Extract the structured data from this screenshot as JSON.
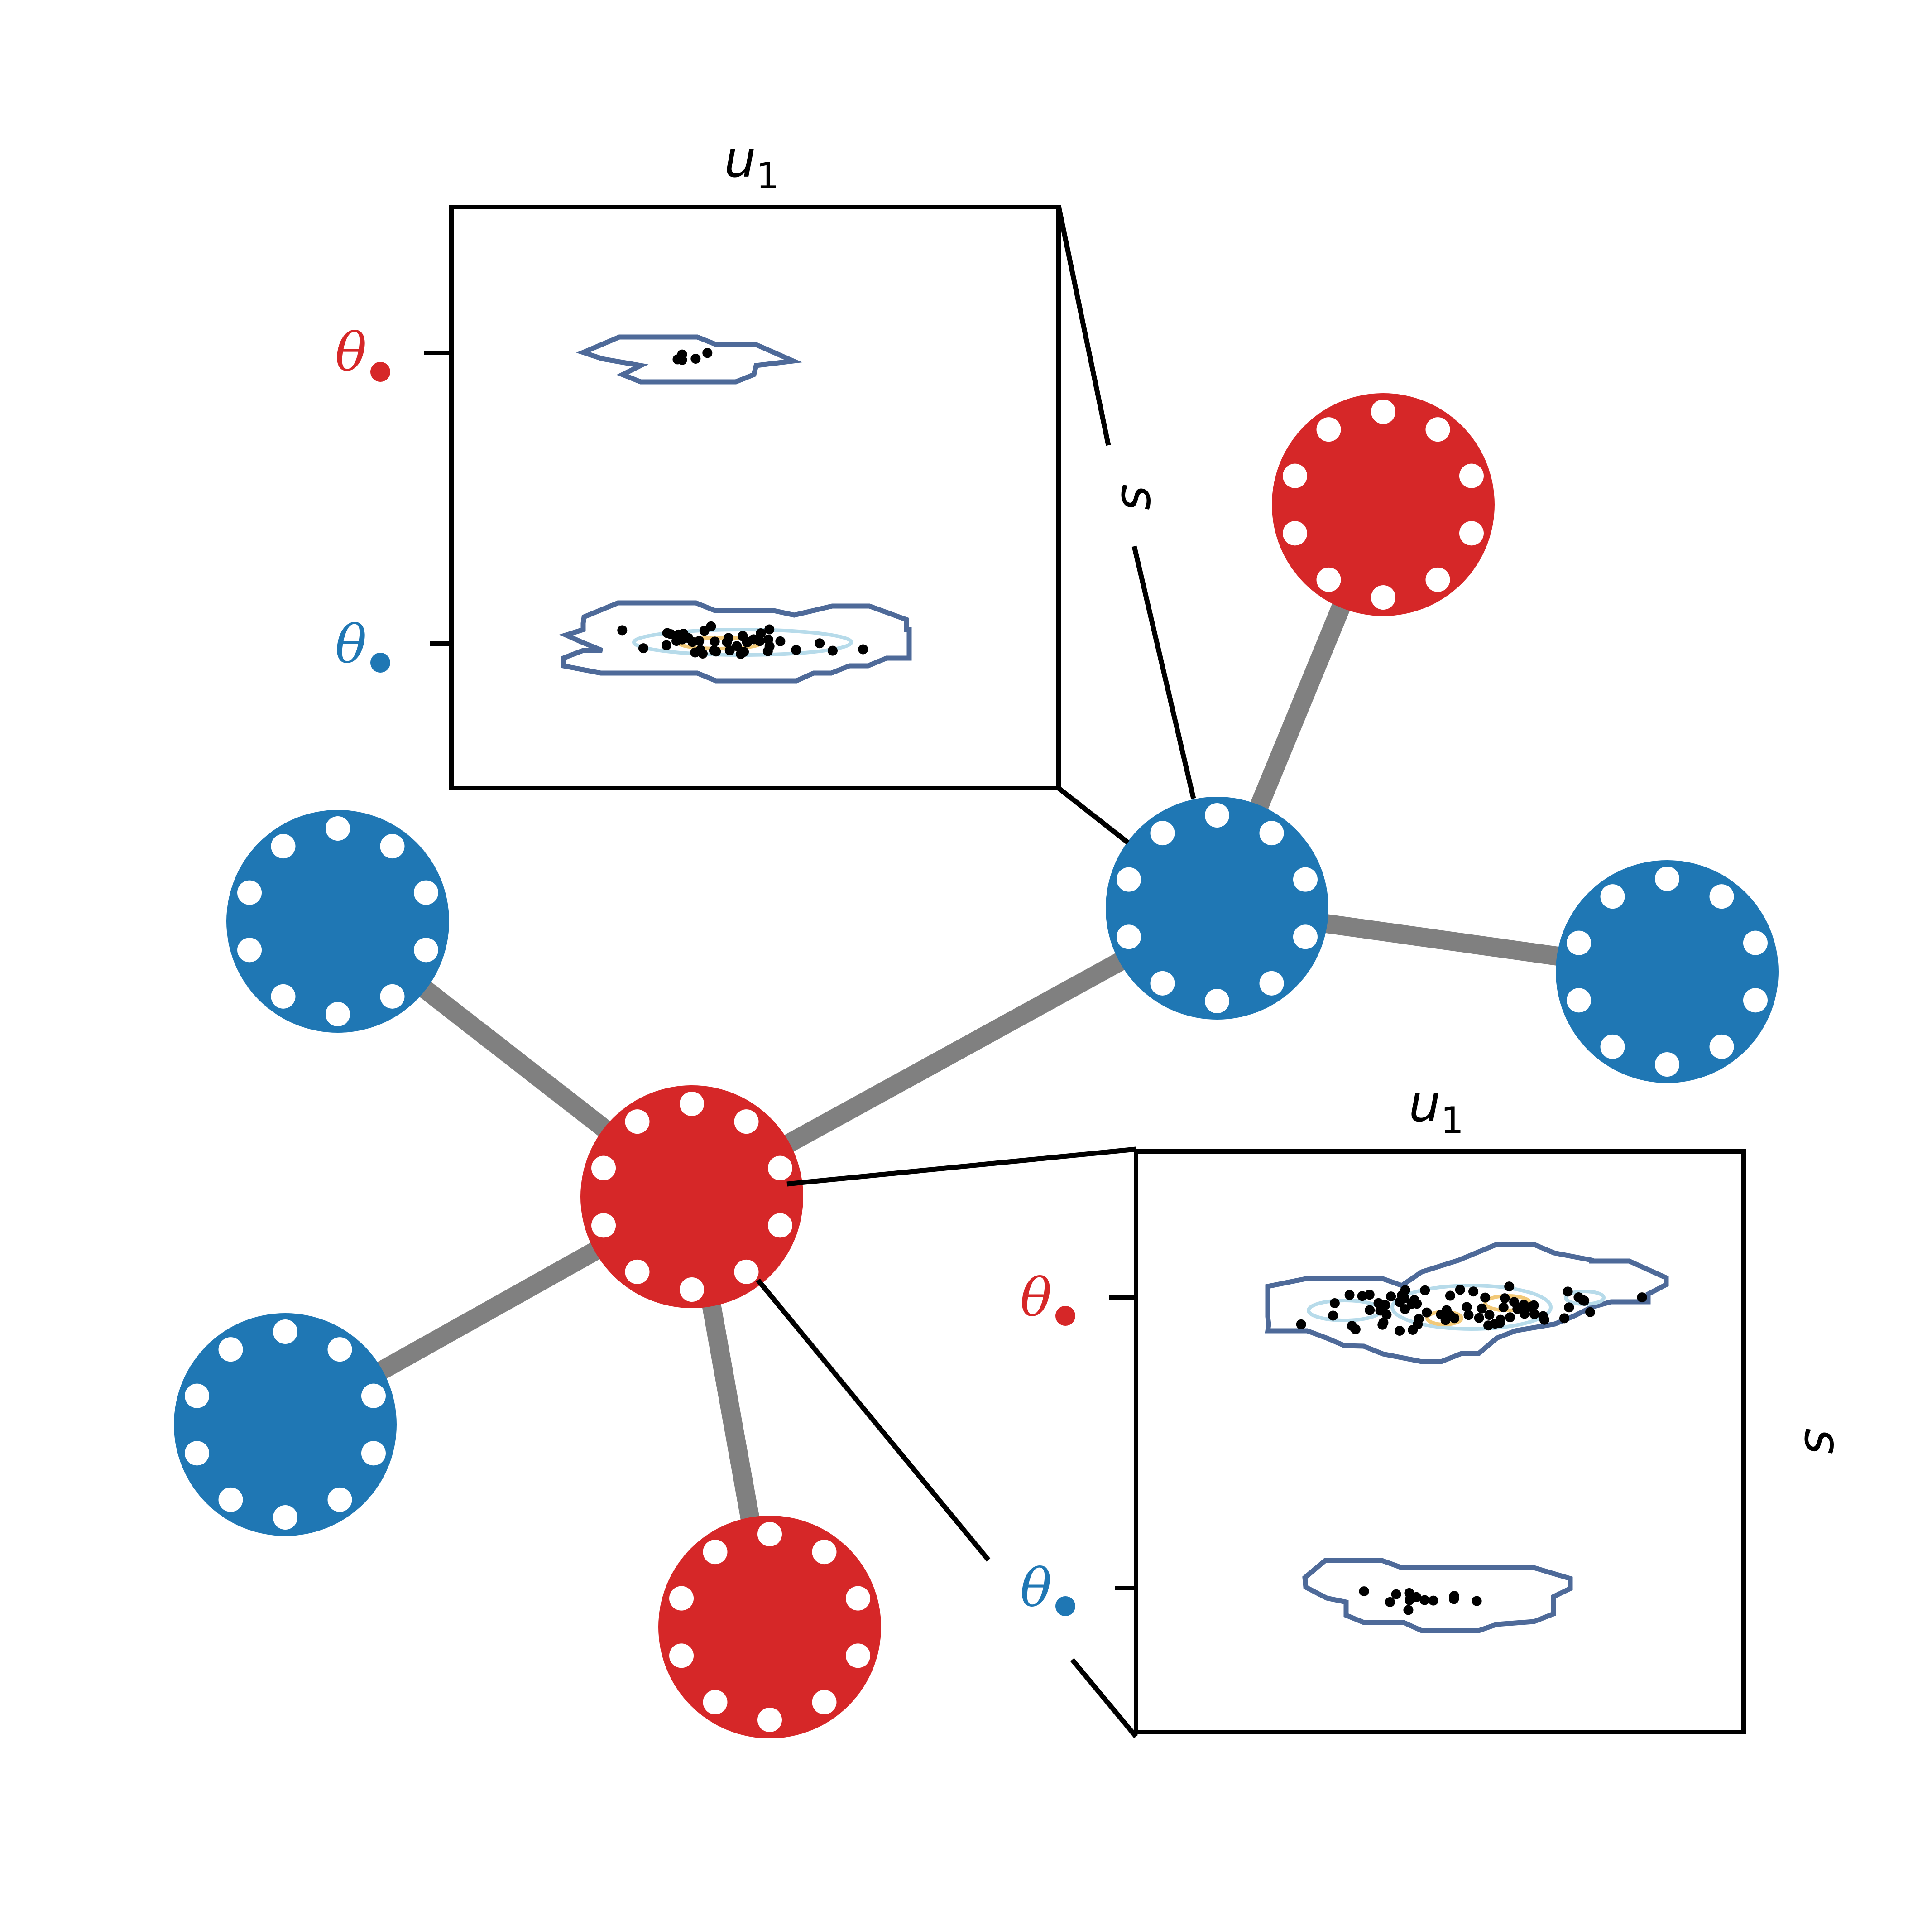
{
  "colors": {
    "red": "#d62728",
    "blue": "#1f77b4",
    "edge": "#808080",
    "contour": "#4e6a99",
    "contour_inner": "#b7dbea",
    "contour_core": "#f2c978",
    "point": "#000000",
    "dot": "#ffffff",
    "frame": "#000000"
  },
  "nodes": [
    {
      "id": "n-red-center",
      "color": "red"
    },
    {
      "id": "n-blue-hub",
      "color": "blue"
    },
    {
      "id": "n-red-top",
      "color": "red"
    },
    {
      "id": "n-blue-right",
      "color": "blue"
    },
    {
      "id": "n-blue-upper-left",
      "color": "blue"
    },
    {
      "id": "n-blue-lower-left",
      "color": "blue"
    },
    {
      "id": "n-red-bottom",
      "color": "red"
    }
  ],
  "edges": [
    [
      "n-red-center",
      "n-blue-hub"
    ],
    [
      "n-blue-hub",
      "n-red-top"
    ],
    [
      "n-blue-hub",
      "n-blue-right"
    ],
    [
      "n-red-center",
      "n-blue-upper-left"
    ],
    [
      "n-red-center",
      "n-blue-lower-left"
    ],
    [
      "n-red-center",
      "n-red-bottom"
    ]
  ],
  "insets": [
    {
      "id": "inset-top",
      "attached_to": "n-blue-hub",
      "x_label": "u",
      "x_label_sub": "1",
      "y_label": "s",
      "y_ticks": [
        {
          "label": "θ",
          "color": "red"
        },
        {
          "label": "θ",
          "color": "blue"
        }
      ]
    },
    {
      "id": "inset-bottom",
      "attached_to": "n-red-center",
      "x_label": "u",
      "x_label_sub": "1",
      "y_label": "s",
      "y_ticks": [
        {
          "label": "θ",
          "color": "red"
        },
        {
          "label": "θ",
          "color": "blue"
        }
      ]
    }
  ]
}
